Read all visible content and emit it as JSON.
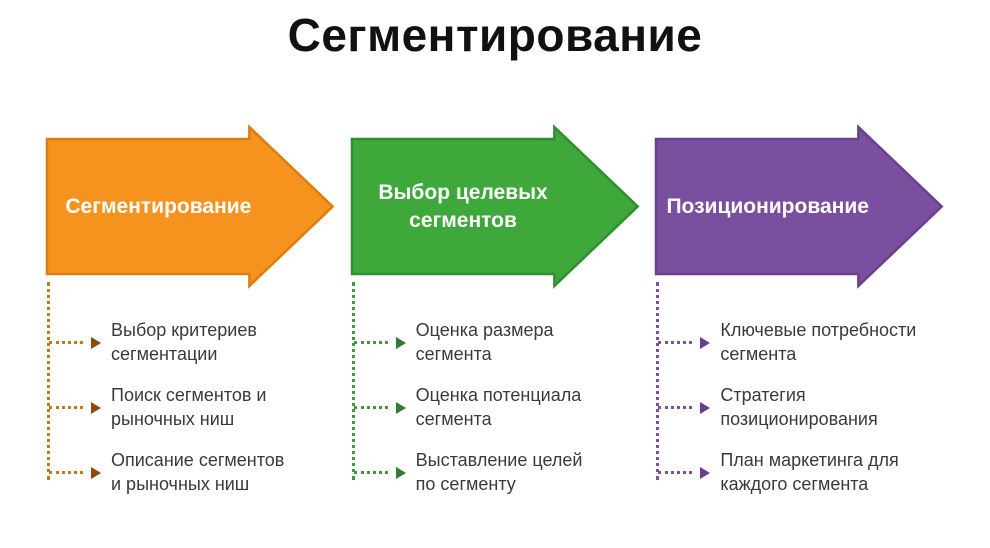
{
  "title": "Сегментирование",
  "columns": [
    {
      "arrow_label": "Сегментирование",
      "arrow_color": "#F6921E",
      "arrow_border_color": "#DB7E0F",
      "dotted_line_color": "#C8771E",
      "bullet_color": "#8A4A12",
      "items": [
        "Выбор критериев сегментации",
        "Поиск сегментов и рыночных ниш",
        "Описание сегментов и рыночных ниш"
      ]
    },
    {
      "arrow_label": "Выбор целевых сегментов",
      "arrow_color": "#3EA83B",
      "arrow_border_color": "#2F8F2F",
      "dotted_line_color": "#3F9A3F",
      "bullet_color": "#2E7D32",
      "items": [
        "Оценка размера сегмента",
        "Оценка потенциала сегмента",
        "Выставление целей по сегменту"
      ]
    },
    {
      "arrow_label": "Позиционирование",
      "arrow_color": "#7B4FA0",
      "arrow_border_color": "#68408C",
      "dotted_line_color": "#7A52A0",
      "bullet_color": "#6A3D91",
      "items": [
        "Ключевые потребности сегмента",
        "Стратегия позиционирования",
        "План маркетинга для каждого сегмента"
      ]
    }
  ]
}
